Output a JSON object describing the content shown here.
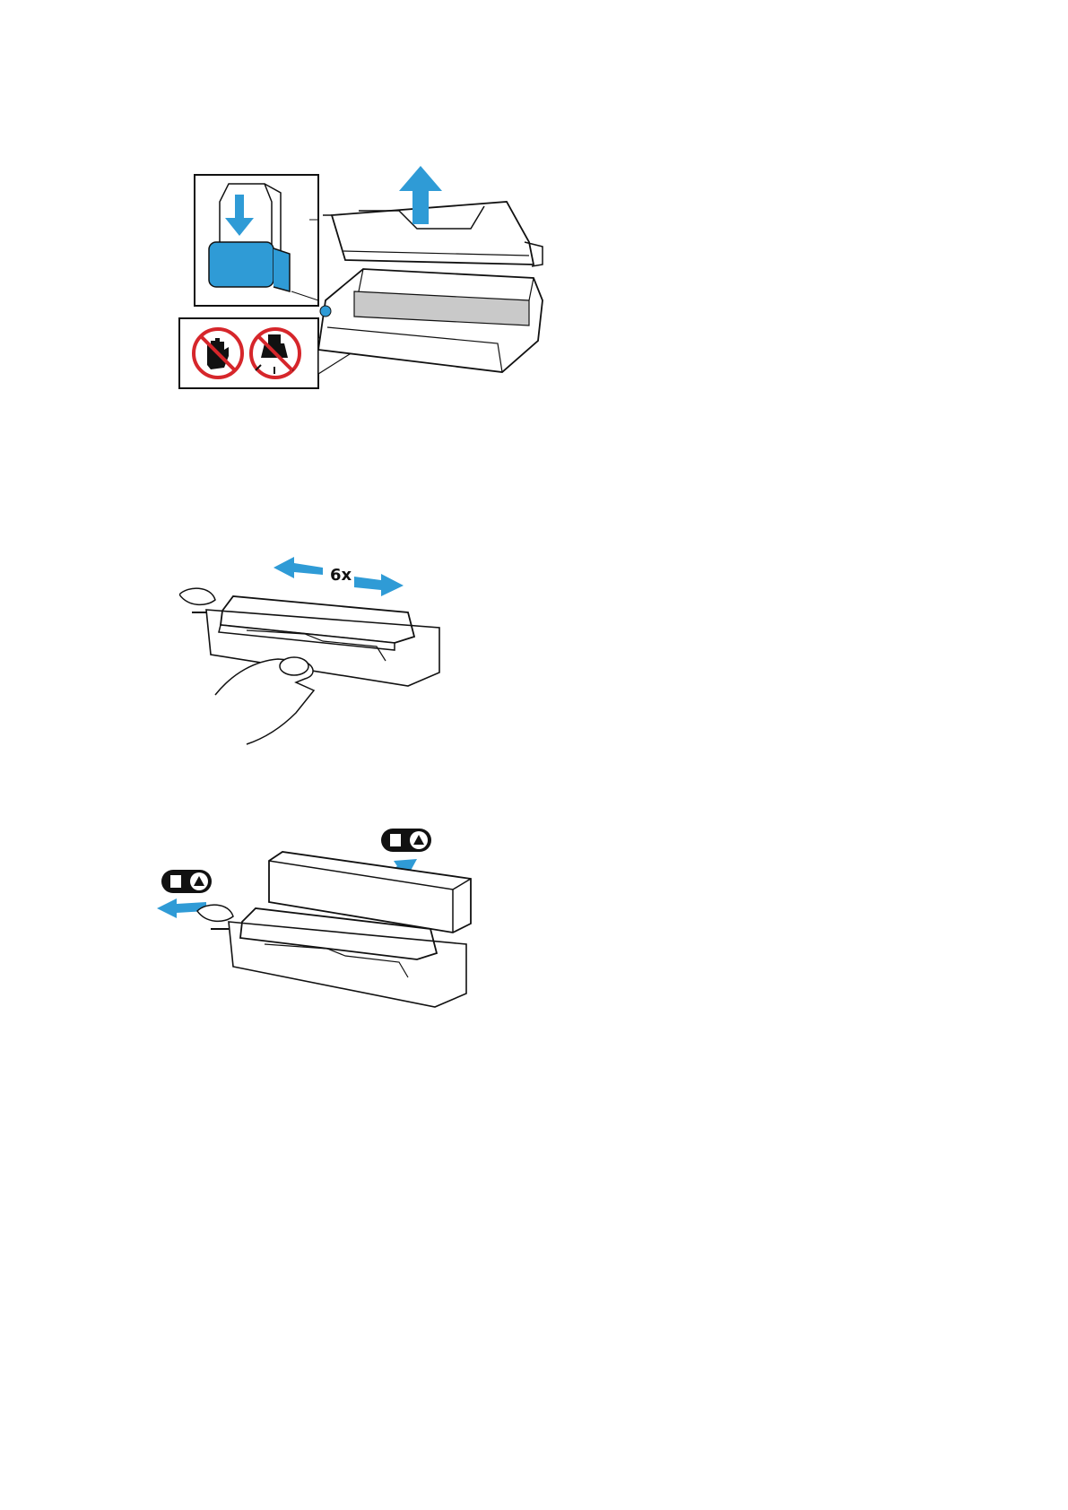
{
  "figures": [
    {
      "id": "remove-drum",
      "callouts": {
        "hand": "no-touch-icon",
        "light": "no-light-icon"
      }
    },
    {
      "id": "shake-toner",
      "shake_count": "6x"
    },
    {
      "id": "unpack-toner",
      "recycle": "trash-recycle-icon"
    }
  ],
  "colors": {
    "accent": "#2f9bd6",
    "warning": "#d6262b",
    "line": "#111111"
  }
}
